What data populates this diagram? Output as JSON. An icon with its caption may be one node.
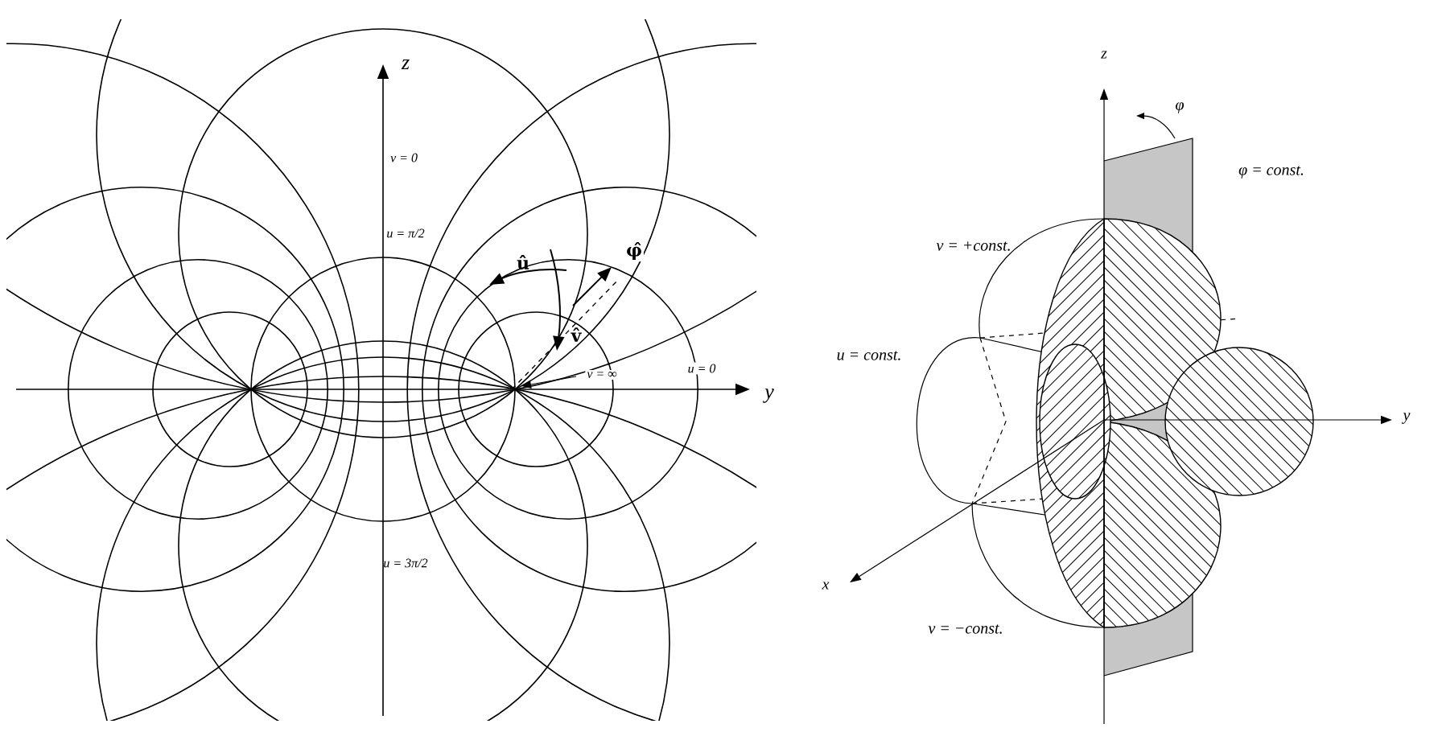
{
  "diagram": {
    "labels": [
      "z",
      "z",
      "φ",
      "φ = const.",
      "v = 0",
      "v = +const.",
      "u = π/2",
      "û",
      "φ̂",
      "u = const.",
      "v̂",
      "v = ∞",
      "u = 0",
      "y",
      "y",
      "u = 3π/2",
      "x",
      "v = −const."
    ]
  }
}
